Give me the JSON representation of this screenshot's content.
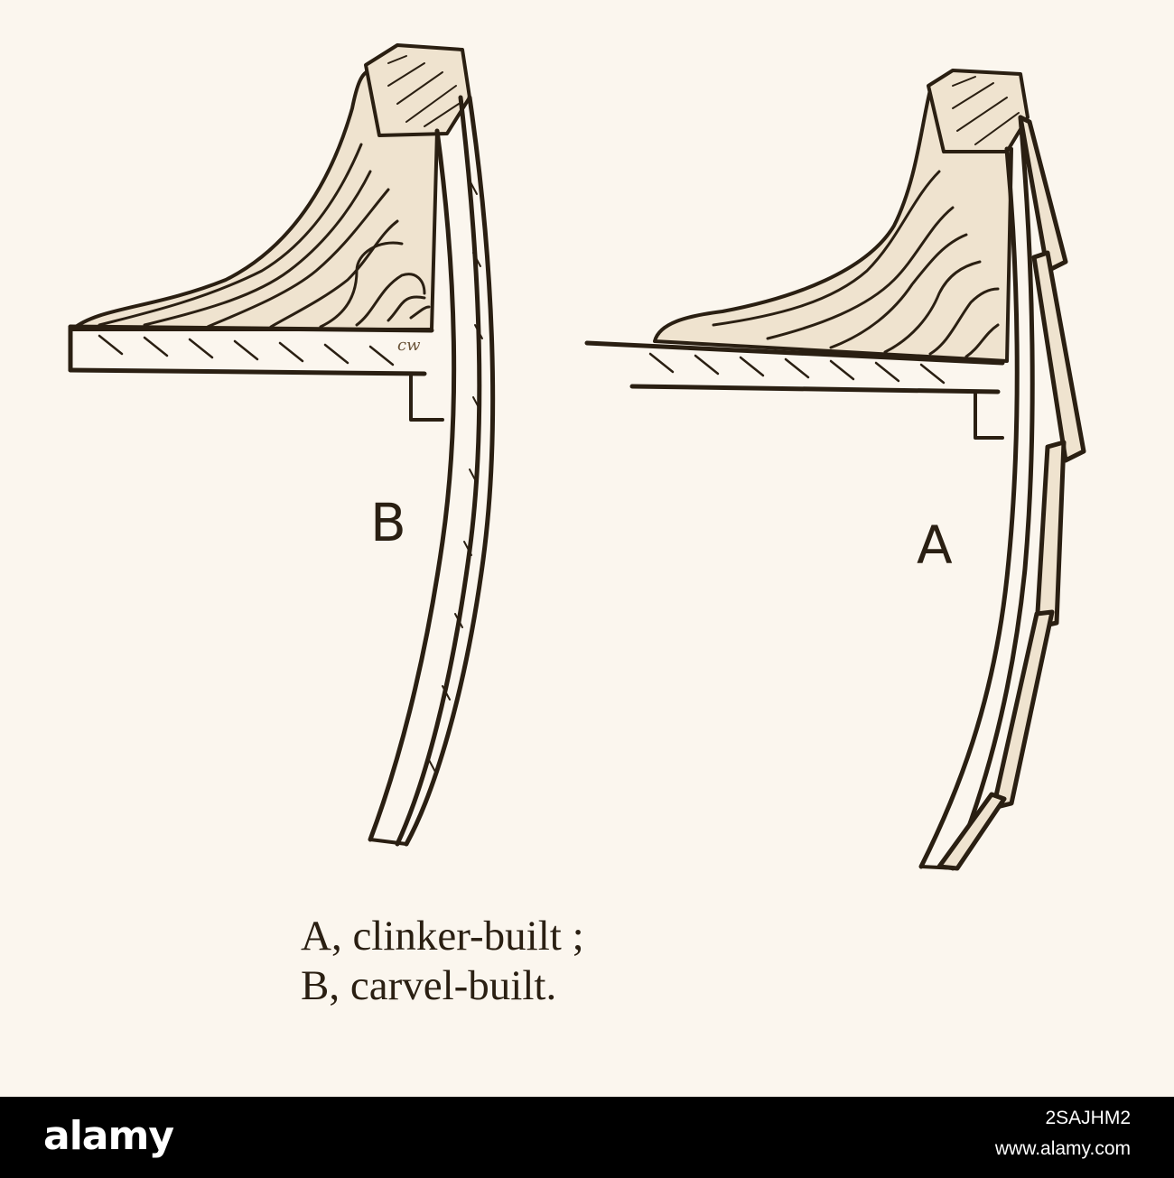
{
  "figure": {
    "label_a": "A",
    "label_b": "B",
    "initials": "cw",
    "caption_line1": "A, clinker-built ;",
    "caption_line2": "B, carvel-built.",
    "ink_color": "#2a1f12",
    "paper_color": "#fbf6ee"
  },
  "footer": {
    "logo_text": "alamy",
    "image_id": "2SAJHM2",
    "site_url": "www.alamy.com"
  }
}
